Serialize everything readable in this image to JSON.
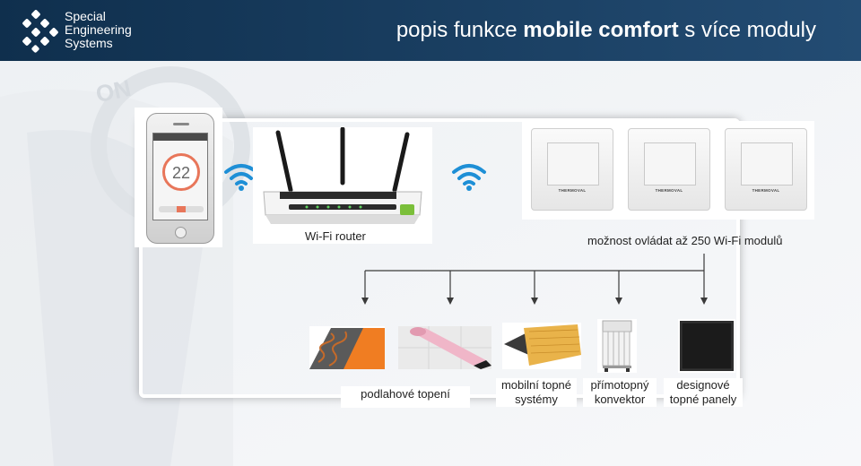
{
  "header": {
    "logo_lines": [
      "Special",
      "Engineering",
      "Systems"
    ],
    "title_prefix": "popis funkce",
    "title_bold": "mobile comfort",
    "title_suffix": "s více moduly"
  },
  "background": {
    "watermark_text": "ON"
  },
  "phone": {
    "temperature": "22"
  },
  "router": {
    "label": "Wi-Fi  router"
  },
  "modules": {
    "brand": "THERMOVAL",
    "count_shown": 3,
    "label": "možnost ovládat až 250 Wi-Fi modulů"
  },
  "products": [
    {
      "id": "floor",
      "label_lines": [
        "podlahové topení"
      ]
    },
    {
      "id": "mobile",
      "label_lines": [
        "mobilní topné",
        "systémy"
      ]
    },
    {
      "id": "convector",
      "label_lines": [
        "přímotopný",
        "konvektor"
      ]
    },
    {
      "id": "panels",
      "label_lines": [
        "designové",
        "topné panely"
      ]
    }
  ],
  "colors": {
    "header_bg": "#1a3f62",
    "dial_accent": "#e8765a",
    "wifi_blue": "#1e8fd6"
  }
}
